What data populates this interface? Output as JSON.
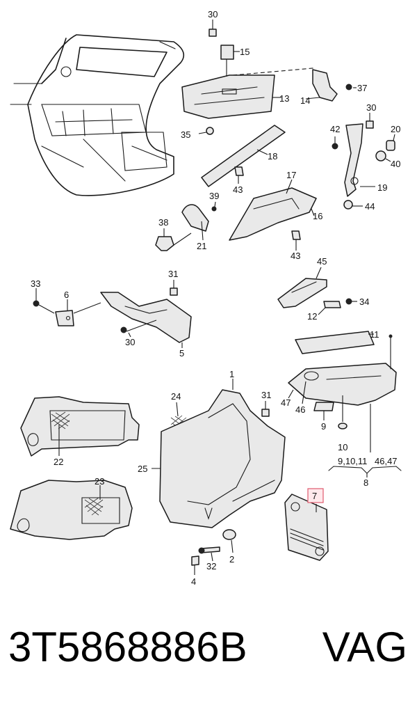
{
  "callouts": {
    "c1": "1",
    "c2": "2",
    "c4": "4",
    "c5": "5",
    "c6": "6",
    "c7": "7",
    "c8": "8",
    "c9": "9",
    "c10": "10",
    "c11": "11",
    "c12": "12",
    "c13": "13",
    "c14": "14",
    "c15": "15",
    "c16": "16",
    "c17": "17",
    "c18": "18",
    "c19": "19",
    "c20": "20",
    "c21": "21",
    "c22": "22",
    "c23": "23",
    "c24": "24",
    "c25": "25",
    "c30a": "30",
    "c30b": "30",
    "c30c": "30",
    "c31a": "31",
    "c31b": "31",
    "c32": "32",
    "c33": "33",
    "c34": "34",
    "c35": "35",
    "c37": "37",
    "c38": "38",
    "c39": "39",
    "c40": "40",
    "c42": "42",
    "c43a": "43",
    "c43b": "43",
    "c44": "44",
    "c45": "45",
    "c46": "46",
    "c47": "47",
    "group8_left": "9,10,11",
    "group8_right": "46,47"
  },
  "highlight_color": "#e05a6e",
  "footer": {
    "part_number": "3T5868886B",
    "brand": "VAG"
  }
}
